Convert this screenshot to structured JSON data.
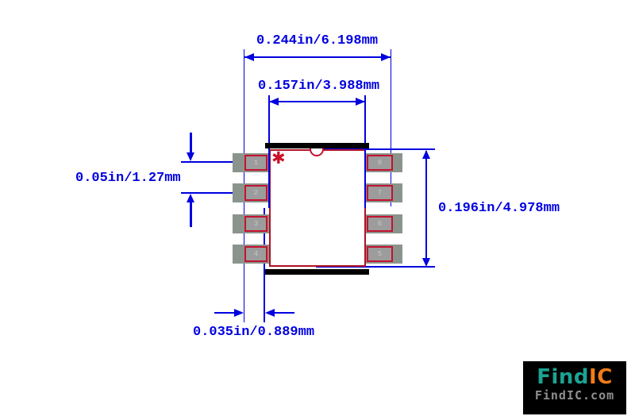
{
  "diagram": {
    "type": "ic-package-dimension-drawing",
    "package_style": "SOIC-8",
    "dimensions": {
      "lead_span_top": "0.244in/6.198mm",
      "body_width_top": "0.157in/3.988mm",
      "pin_pitch_left": "0.05in/1.27mm",
      "body_height_right": "0.196in/4.978mm",
      "pin_length_bottom": "0.035in/0.889mm"
    },
    "pins": {
      "left": [
        "1",
        "2",
        "3",
        "4"
      ],
      "right": [
        "8",
        "7",
        "6",
        "5"
      ]
    },
    "pin1_marker": "✱"
  },
  "logo": {
    "brand_part1": "Find",
    "brand_part2": "IC",
    "domain_text": "FindIC.com"
  },
  "colors": {
    "dimension_blue": "#0000e0",
    "body_outline_red": "#b01226",
    "accent_red": "#cc1028",
    "pin_gray": "#8b948c",
    "pad_gray": "#9c9c9c",
    "bar_black": "#000000",
    "logo_teal": "#1ba393",
    "logo_orange": "#f07d17",
    "logo_gray": "#8f8f8f"
  }
}
